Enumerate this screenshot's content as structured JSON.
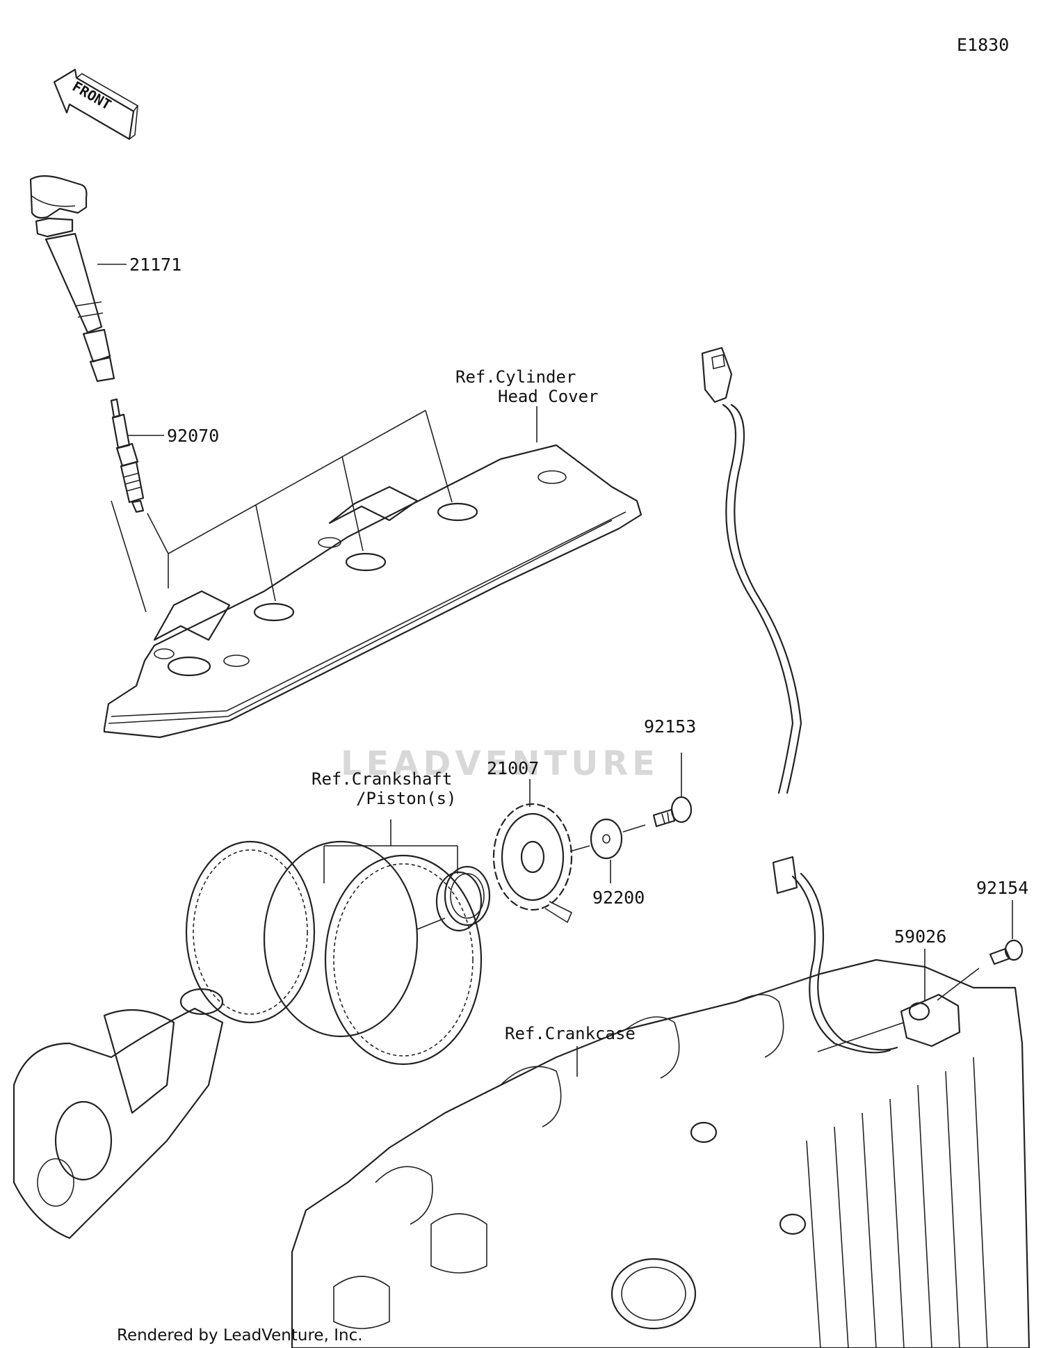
{
  "diagram_code": "E1830",
  "front_arrow": {
    "text": "FRONT",
    "icon": "front-direction-arrow"
  },
  "parts": [
    {
      "number": "21171"
    },
    {
      "number": "92070"
    },
    {
      "number": "92153"
    },
    {
      "number": "21007"
    },
    {
      "number": "92200"
    },
    {
      "number": "92154"
    },
    {
      "number": "59026"
    }
  ],
  "references": {
    "cylinder_head_cover_line1": "Ref.Cylinder",
    "cylinder_head_cover_line2": "Head Cover",
    "crankshaft_line1": "Ref.Crankshaft",
    "crankshaft_line2": "/Piston(s)",
    "crankcase": "Ref.Crankcase"
  },
  "watermark": "LEADVENTURE",
  "footer": "Rendered by LeadVenture, Inc."
}
